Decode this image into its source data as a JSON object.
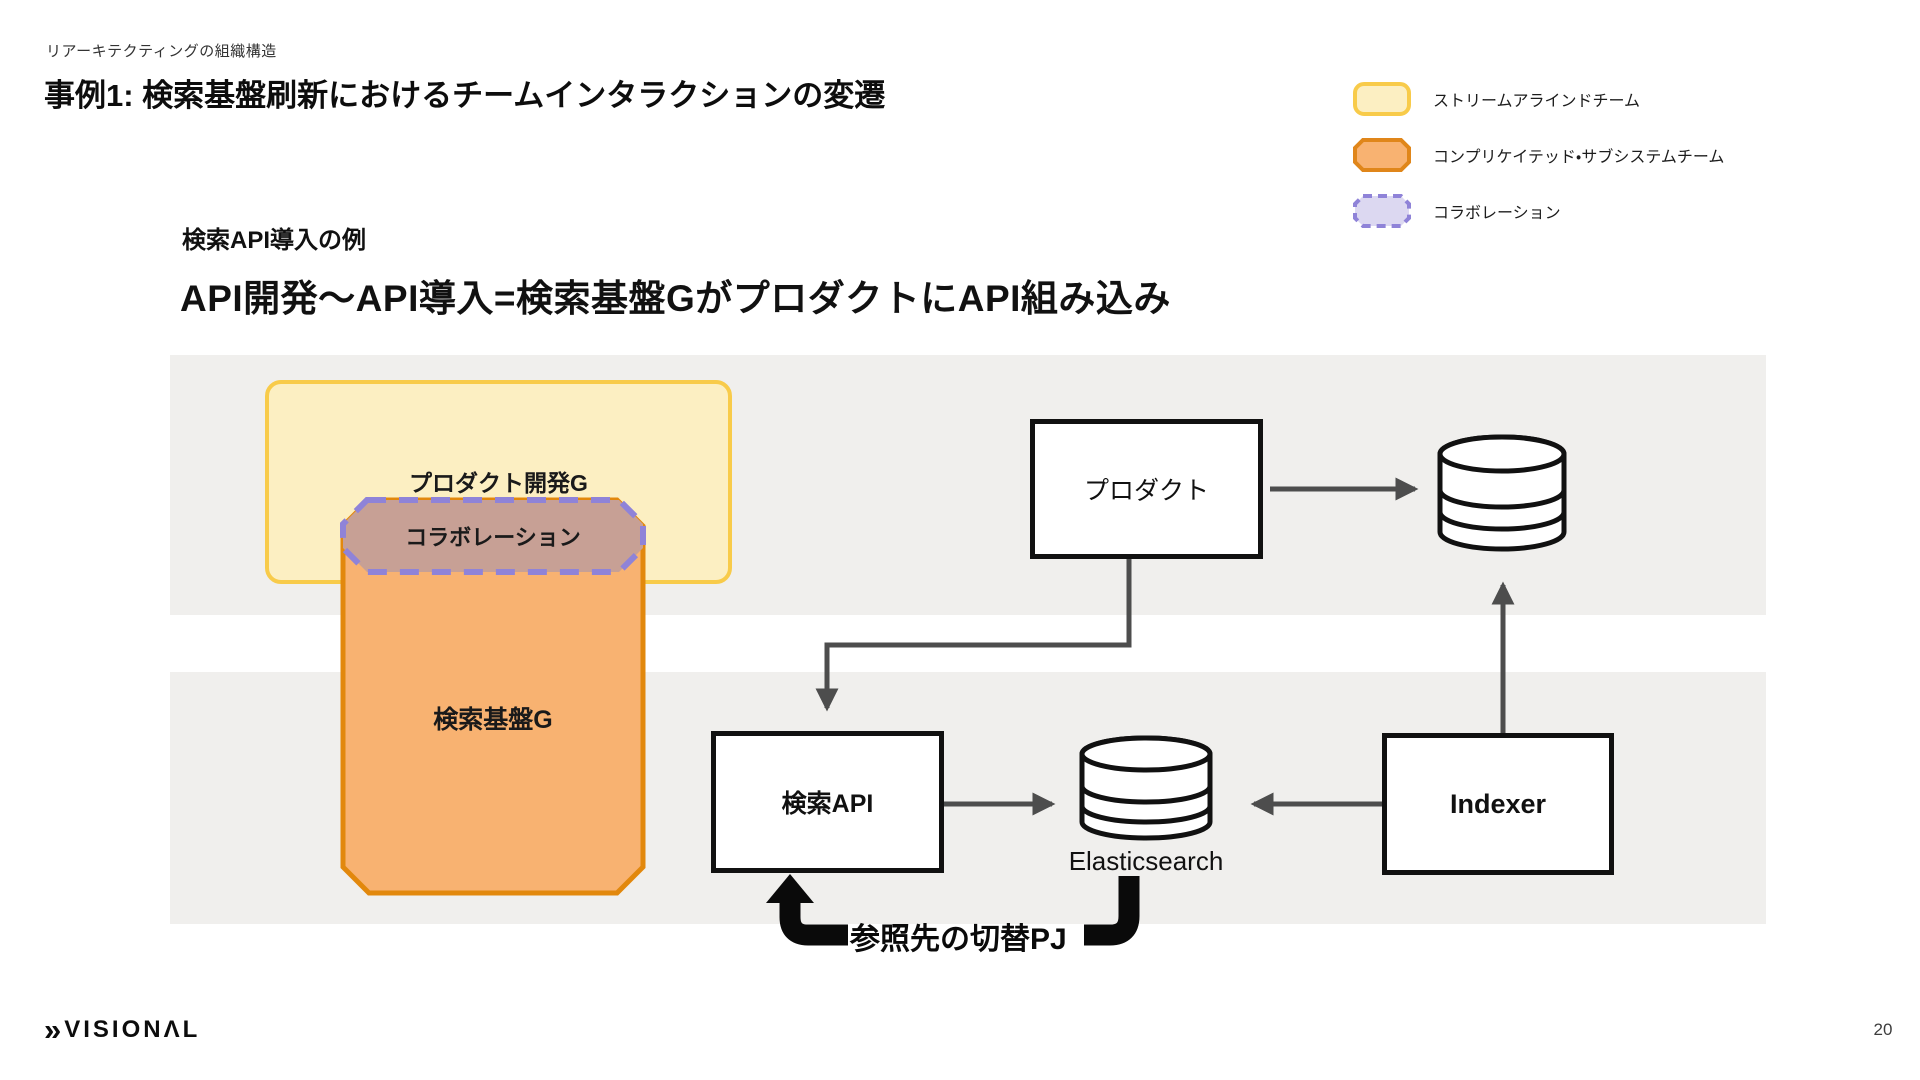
{
  "slide": {
    "eyebrow": "リアーキテクティングの組織構造",
    "title": "事例1: 検索基盤刷新におけるチームインタラクションの変遷"
  },
  "legend": {
    "items": [
      {
        "label": "ストリームアラインドチーム",
        "fill": "#fcefc2",
        "border": "#f8cb4a",
        "style": "solid-rounded"
      },
      {
        "label": "コンプリケイテッド・サブシステムチーム",
        "fill": "#f8b271",
        "border": "#e0861a",
        "style": "solid-octagon"
      },
      {
        "label": "コラボレーション",
        "fill": "#dcd8f1",
        "border": "#8f83d8",
        "style": "dashed-octagon"
      }
    ]
  },
  "content": {
    "subtitle": "検索API導入の例",
    "heading": "API開発〜API導入=検索基盤GがプロダクトにAPI組み込み"
  },
  "diagram": {
    "groups": {
      "product_dev": "プロダクト開発G",
      "collaboration": "コラボレーション",
      "search_platform": "検索基盤G"
    },
    "nodes": {
      "product": "プロダクト",
      "search_api": "検索API",
      "elasticsearch": "Elasticsearch",
      "indexer": "Indexer"
    },
    "annotation": "参照先の切替PJ",
    "colors": {
      "stream_aligned_fill": "#fcefc2",
      "stream_aligned_border": "#f8cb4a",
      "complicated_fill": "#f8b271",
      "complicated_border": "#e2880d",
      "collaboration_fill": "#c7a095",
      "collaboration_border": "#8f83d8",
      "arrow": "#4d4d4d",
      "band": "#f0efed"
    }
  },
  "footer": {
    "logo_text": "VISIONΛL",
    "logo_chevrons": "»",
    "page": "20"
  }
}
